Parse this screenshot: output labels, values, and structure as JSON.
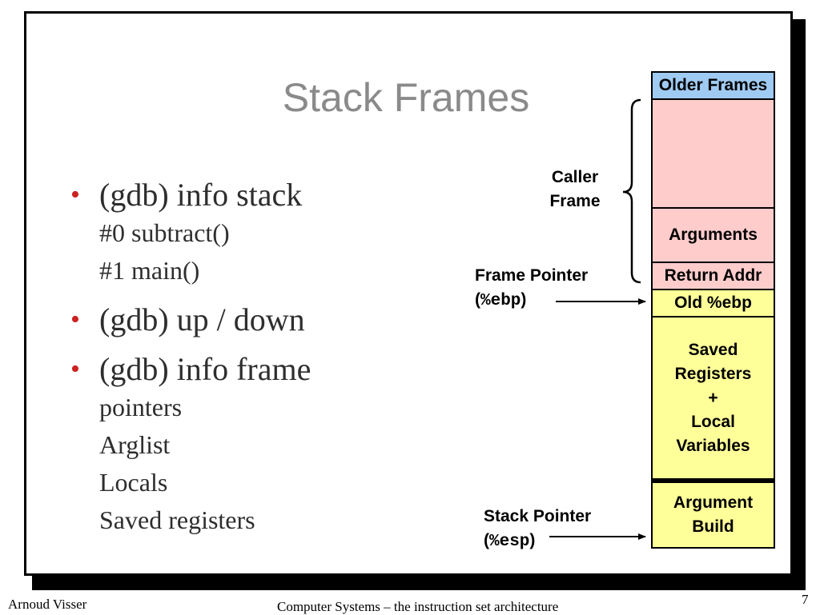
{
  "slide": {
    "title": "Stack Frames",
    "bullets": [
      {
        "text": "(gdb) info stack",
        "subs": [
          "#0 subtract()",
          "#1 main()"
        ]
      },
      {
        "text": "(gdb) up / down",
        "subs": []
      },
      {
        "text": "(gdb) info frame",
        "subs": [
          "pointers",
          "Arglist",
          "Locals",
          "Saved registers"
        ]
      }
    ],
    "bullet_color": "#cc2222"
  },
  "diagram": {
    "blocks": {
      "older_frames": "Older Frames",
      "arguments": "Arguments",
      "return_addr": "Return Addr",
      "old_ebp": "Old %ebp",
      "saved_locals": [
        "Saved",
        "Registers",
        "+",
        "Local",
        "Variables"
      ],
      "argument_build": [
        "Argument",
        "Build"
      ]
    },
    "labels": {
      "caller_frame": [
        "Caller",
        "Frame"
      ],
      "frame_pointer": "Frame Pointer",
      "ebp_register": "%ebp",
      "stack_pointer": "Stack Pointer",
      "esp_register": "%esp"
    },
    "colors": {
      "older_frames": "#9fcaf2",
      "caller": "#ffcccc",
      "current": "#ffff99"
    }
  },
  "footer": {
    "author": "Arnoud Visser",
    "course": "Computer Systems – the instruction set architecture",
    "page": "7"
  }
}
